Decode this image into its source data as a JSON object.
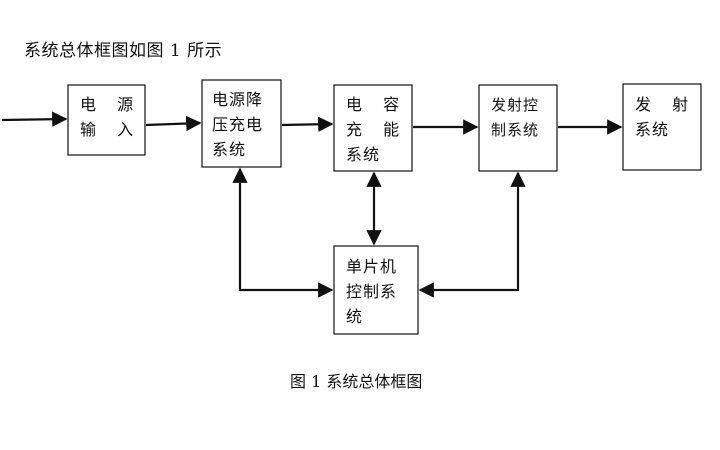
{
  "intro_text": "系统总体框图如图 1 所示",
  "caption": "图 1  系统总体框图",
  "blocks": {
    "power_input": {
      "lines": [
        "电  源",
        "输  入"
      ]
    },
    "step_down": {
      "lines": [
        "电源降",
        "压充电",
        "系统"
      ]
    },
    "capacitor": {
      "lines": [
        "电  容",
        "充  能",
        "系统"
      ]
    },
    "launch_ctrl": {
      "lines": [
        "发射控",
        "制系统"
      ]
    },
    "launch": {
      "lines": [
        "发  射",
        "系统"
      ]
    },
    "mcu": {
      "lines": [
        "单片机",
        "控制系",
        "统"
      ]
    }
  }
}
